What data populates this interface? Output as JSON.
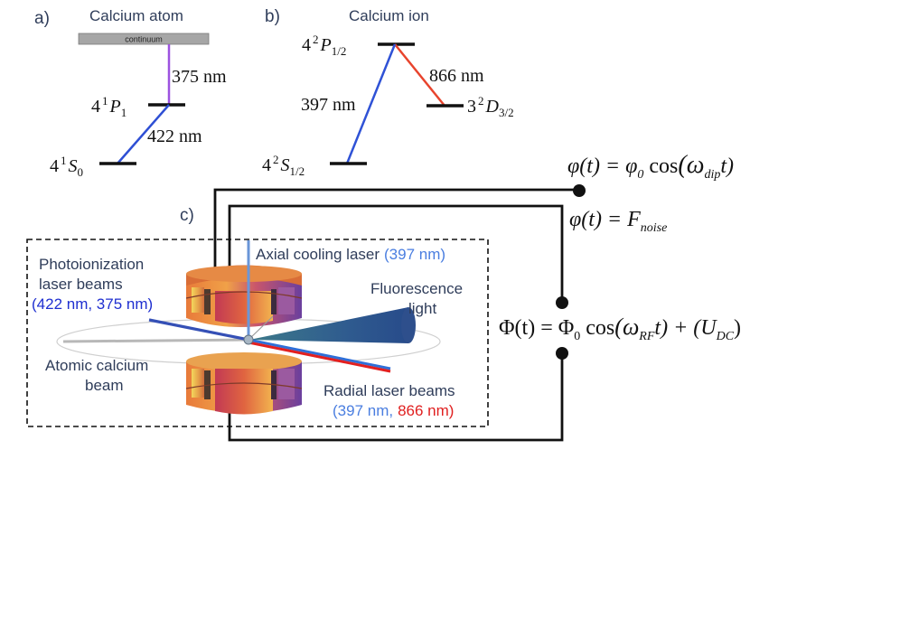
{
  "panel_a": {
    "tag": "a)",
    "title": "Calcium atom",
    "continuum": "continuum",
    "upper_level": {
      "n": "4",
      "sup": "1",
      "term": "P",
      "sub": "1"
    },
    "ground_level": {
      "n": "4",
      "sup": "1",
      "term": "S",
      "sub": "0"
    },
    "ionizing_transition": "375 nm",
    "excitation_transition": "422 nm",
    "colors": {
      "ionizing": "#9d52e0",
      "excitation": "#2e4fd4"
    }
  },
  "panel_b": {
    "tag": "b)",
    "title": "Calcium ion",
    "upper_level": {
      "n": "4",
      "sup": "2",
      "term": "P",
      "sub": "1/2"
    },
    "metastable_level": {
      "n": "3",
      "sup": "2",
      "term": "D",
      "sub": "3/2"
    },
    "ground_level": {
      "n": "4",
      "sup": "2",
      "term": "S",
      "sub": "1/2"
    },
    "cooling_transition": "397 nm",
    "repump_transition": "866 nm",
    "colors": {
      "cooling": "#2f52d6",
      "repump": "#e8442d"
    }
  },
  "panel_c": {
    "tag": "c)",
    "labels": {
      "axial": "Axial cooling laser",
      "axial_wavelength": "(397 nm)",
      "photoionization_1": "Photoionization",
      "photoionization_2": "laser beams",
      "photoionization_wavelengths": "(422 nm, 375 nm)",
      "fluorescence_1": "Fluorescence",
      "fluorescence_2": "light",
      "atomic_beam_1": "Atomic calcium",
      "atomic_beam_2": "beam",
      "radial_1": "Radial laser beams",
      "radial_wavelength_blue": "(397 nm,",
      "radial_wavelength_red": "866 nm)"
    },
    "colors": {
      "label_text": "#2f3d5a",
      "blue_text": "#4a7ee0",
      "dark_blue_text": "#1f2fd0",
      "red_text": "#e02020"
    }
  },
  "equations": {
    "dipole": {
      "lhs": "φ(t) = ",
      "amp": "φ",
      "amp_sub": "0",
      "func": " cos",
      "omega": "(ω",
      "omega_sub": "dip",
      "tail": "t)"
    },
    "noise": {
      "lhs": "φ(t) = F",
      "sub": "noise"
    },
    "rf": {
      "lhs": "Φ(t) = Φ",
      "amp_sub": "0",
      "func": " cos",
      "omega": "(ω",
      "omega_sub": "RF",
      "mid": "t) + (U",
      "dc_sub": "DC",
      "tail": ")"
    }
  }
}
